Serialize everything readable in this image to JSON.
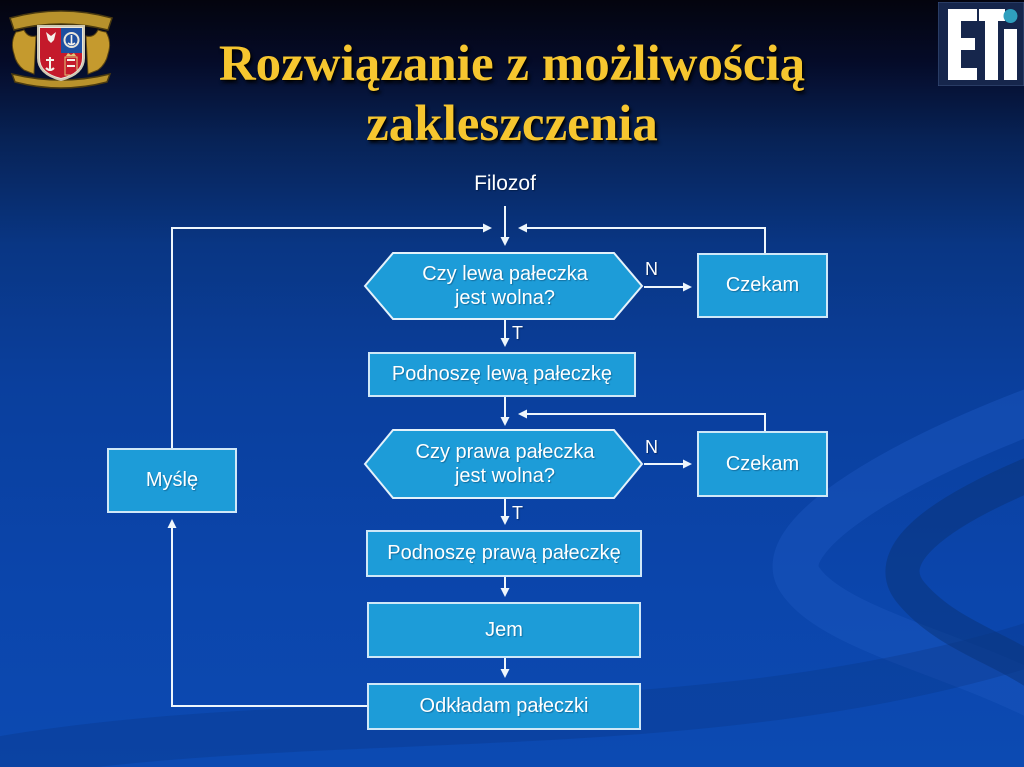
{
  "title": {
    "line1": "Rozwiązanie z możliwością",
    "line2": "zakleszczenia"
  },
  "logos": {
    "crest_name": "Politechnika Gdańska crest",
    "eti_text": "ETI"
  },
  "flowchart": {
    "start_label": "Filozof",
    "decision1": "Czy lewa pałeczka jest wolna?",
    "decision2": "Czy prawa pałeczka jest wolna?",
    "wait1": "Czekam",
    "wait2": "Czekam",
    "pickup_left": "Podnoszę lewą pałeczkę",
    "pickup_right": "Podnoszę prawą pałeczkę",
    "eat": "Jem",
    "put_down": "Odkładam pałeczki",
    "think": "Myślę",
    "label_no": "N",
    "label_yes": "T"
  },
  "colors": {
    "node_fill": "#1d9cd8",
    "node_border": "#cfe8f8",
    "connector": "#eef6fc",
    "title_text": "#f6c62f",
    "background_top": "#04040e",
    "background_bottom": "#0c4ab2",
    "eti_dot": "#2f9fbe"
  }
}
